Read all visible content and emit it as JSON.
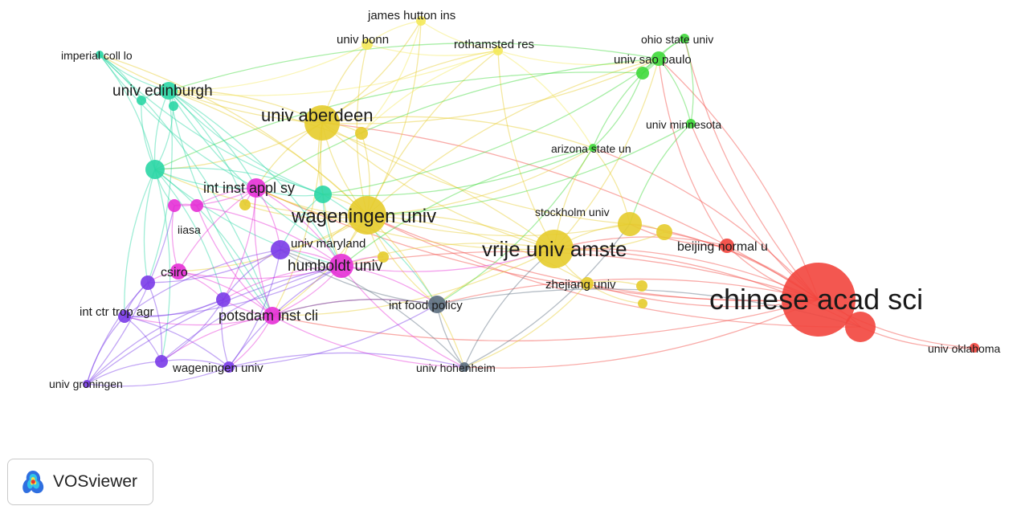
{
  "app": {
    "brand_label": "VOSviewer"
  },
  "colors": {
    "red": "#f2453d",
    "yellow": "#e6cc2c",
    "yellow_light": "#f4e95a",
    "green": "#3ed93a",
    "teal": "#2ad6a5",
    "magenta": "#e630d6",
    "purple": "#7a3be8",
    "slate": "#5a6d7e"
  },
  "network": {
    "nodes": [
      {
        "id": "chinese",
        "label": "chinese acad sci",
        "cluster": "red"
      },
      {
        "id": "chinese2",
        "label": "",
        "cluster": "red"
      },
      {
        "id": "beijing",
        "label": "beijing normal u",
        "cluster": "red"
      },
      {
        "id": "oklahoma",
        "label": "univ oklahoma",
        "cluster": "red"
      },
      {
        "id": "vrije",
        "label": "vrije univ amste",
        "cluster": "yellow"
      },
      {
        "id": "stockholm",
        "label": "stockholm univ",
        "cluster": "yellow"
      },
      {
        "id": "y_near_stockholm",
        "label": "",
        "cluster": "yellow"
      },
      {
        "id": "zhejiang",
        "label": "zhejiang univ",
        "cluster": "yellow"
      },
      {
        "id": "y_small1",
        "label": "",
        "cluster": "yellow"
      },
      {
        "id": "y_small2",
        "label": "",
        "cluster": "yellow"
      },
      {
        "id": "aberdeen",
        "label": "univ aberdeen",
        "cluster": "yellow"
      },
      {
        "id": "wageningen",
        "label": "wageningen univ",
        "cluster": "yellow"
      },
      {
        "id": "bonn",
        "label": "univ bonn",
        "cluster": "yellow_light"
      },
      {
        "id": "hutton",
        "label": "james hutton ins",
        "cluster": "yellow_light"
      },
      {
        "id": "rothamsted",
        "label": "rothamsted res",
        "cluster": "yellow_light"
      },
      {
        "id": "y_mid1",
        "label": "",
        "cluster": "yellow"
      },
      {
        "id": "y_mid2",
        "label": "",
        "cluster": "yellow"
      },
      {
        "id": "y_mid3",
        "label": "",
        "cluster": "yellow"
      },
      {
        "id": "ohio",
        "label": "ohio state univ",
        "cluster": "green"
      },
      {
        "id": "saopaulo",
        "label": "univ sao paulo",
        "cluster": "green"
      },
      {
        "id": "g_near_sp",
        "label": "",
        "cluster": "green"
      },
      {
        "id": "minnesota",
        "label": "univ minnesota",
        "cluster": "green"
      },
      {
        "id": "arizona",
        "label": "arizona state un",
        "cluster": "green"
      },
      {
        "id": "imperial",
        "label": "imperial coll lo",
        "cluster": "teal"
      },
      {
        "id": "edinburgh",
        "label": "univ edinburgh",
        "cluster": "teal"
      },
      {
        "id": "t_small1",
        "label": "",
        "cluster": "teal"
      },
      {
        "id": "t_small2",
        "label": "",
        "cluster": "teal"
      },
      {
        "id": "t_left",
        "label": "",
        "cluster": "teal"
      },
      {
        "id": "t_mid",
        "label": "",
        "cluster": "teal"
      },
      {
        "id": "intinst",
        "label": "int inst appl sy",
        "cluster": "magenta"
      },
      {
        "id": "m_small1",
        "label": "",
        "cluster": "magenta"
      },
      {
        "id": "m_small2",
        "label": "",
        "cluster": "magenta"
      },
      {
        "id": "iiasa",
        "label": "iiasa",
        "cluster": "magenta"
      },
      {
        "id": "maryland",
        "label": "univ maryland",
        "cluster": "magenta"
      },
      {
        "id": "humboldt",
        "label": "humboldt univ",
        "cluster": "magenta"
      },
      {
        "id": "potsdam",
        "label": "potsdam inst cli",
        "cluster": "magenta"
      },
      {
        "id": "csiro",
        "label": "csiro",
        "cluster": "magenta"
      },
      {
        "id": "p_maryland",
        "label": "",
        "cluster": "purple"
      },
      {
        "id": "p_csiro",
        "label": "",
        "cluster": "purple"
      },
      {
        "id": "p_potsdam",
        "label": "",
        "cluster": "purple"
      },
      {
        "id": "ciat",
        "label": "int ctr trop agr",
        "cluster": "purple"
      },
      {
        "id": "wageningen2",
        "label": "wageningen univ",
        "cluster": "purple"
      },
      {
        "id": "p_wag2",
        "label": "",
        "cluster": "purple"
      },
      {
        "id": "groningen",
        "label": "univ groningen",
        "cluster": "purple"
      },
      {
        "id": "ifpri",
        "label": "int food policy",
        "cluster": "slate"
      },
      {
        "id": "hohenheim",
        "label": "univ hohenheim",
        "cluster": "slate"
      }
    ]
  }
}
